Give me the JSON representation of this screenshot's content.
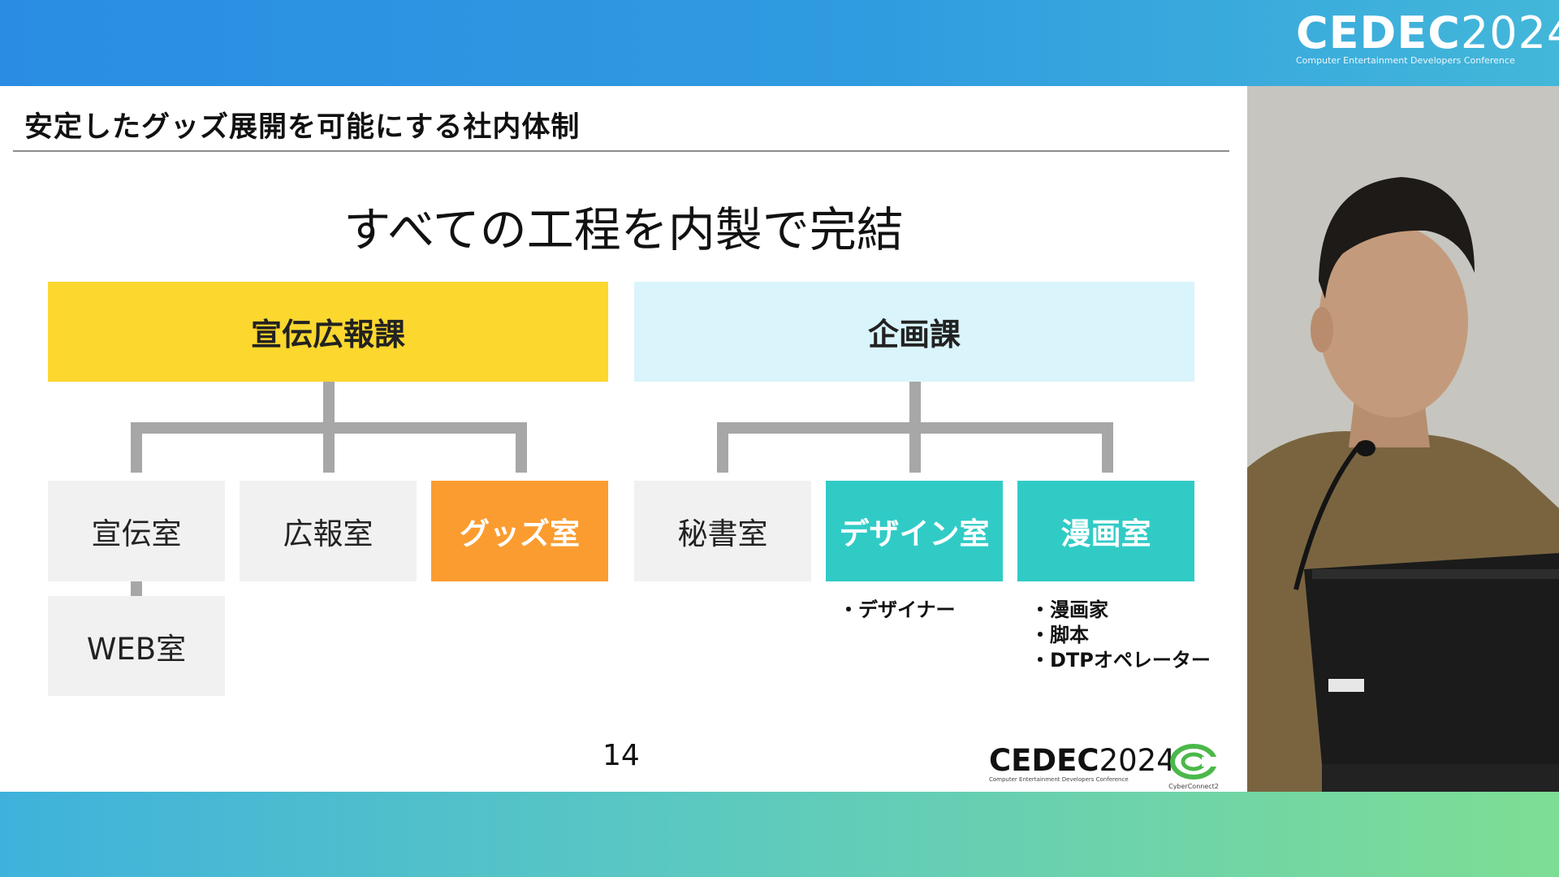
{
  "event": {
    "logo_text": "CEDEC",
    "logo_year": "2024",
    "logo_subtitle": "Computer Entertainment Developers Conference"
  },
  "slide": {
    "title": "安定したグッズ展開を可能にする社内体制",
    "headline": "すべての工程を内製で完結",
    "page_number": "14",
    "departments": [
      {
        "name": "宣伝広報課",
        "rooms": [
          "宣伝室",
          "広報室",
          "グッズ室"
        ],
        "subroom": "WEB室"
      },
      {
        "name": "企画課",
        "rooms": [
          "秘書室",
          "デザイン室",
          "漫画室"
        ]
      }
    ],
    "notes": {
      "design": [
        "・デザイナー"
      ],
      "manga": [
        "・漫画家",
        "・脚本",
        "・DTPオペレーター"
      ]
    },
    "footer": {
      "event_logo_text": "CEDEC",
      "event_logo_year": "2024",
      "event_logo_subtitle": "Computer Entertainment Developers Conference",
      "partner_logo_text": "CyberConnect2"
    }
  },
  "colors": {
    "publicity_head": "#fcd72e",
    "planning_head": "#d9f4fb",
    "goods_room": "#fb9c30",
    "teal_room": "#31cbc6",
    "plain_room": "#f1f1f1",
    "connector": "#a7a7a7"
  }
}
